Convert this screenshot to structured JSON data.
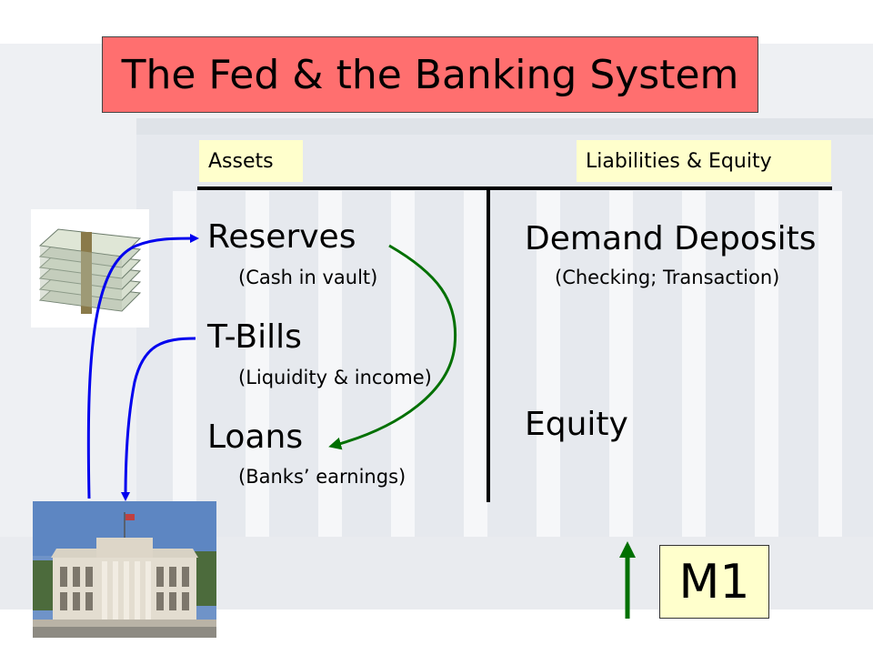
{
  "title": "The Fed & the Banking System",
  "headers": {
    "assets": "Assets",
    "liabilities": "Liabilities & Equity"
  },
  "assets": [
    {
      "label": "Reserves",
      "note": "(Cash in vault)"
    },
    {
      "label": "T-Bills",
      "note": "(Liquidity & income)"
    },
    {
      "label": "Loans",
      "note": "(Banks’ earnings)"
    }
  ],
  "liabilities": [
    {
      "label": "Demand Deposits",
      "note": "(Checking; Transaction)"
    },
    {
      "label": "Equity"
    }
  ],
  "m1_label": "M1",
  "colors": {
    "title_bg": "#ff6f6f",
    "label_bg": "#ffffcc",
    "blue_arrow": "#0000ee",
    "green_arrow": "#007000"
  },
  "icons": [
    "money-stack-icon",
    "federal-reserve-building-icon"
  ]
}
